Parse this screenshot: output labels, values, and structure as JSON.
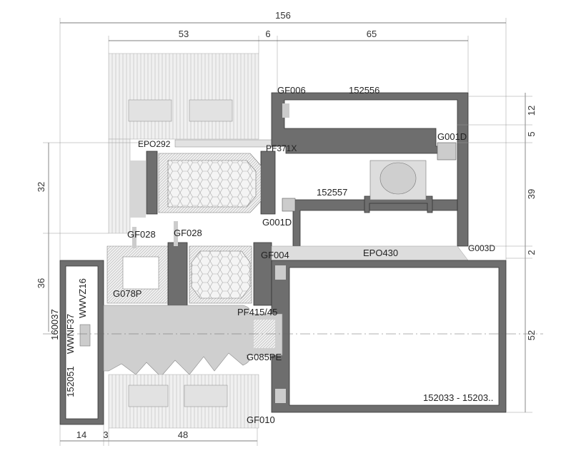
{
  "dimensions": {
    "top_total": "156",
    "top_left": "53",
    "top_mid": "6",
    "top_right": "65",
    "right_1": "12",
    "right_2": "5",
    "right_3": "39",
    "right_4": "2",
    "right_5": "52",
    "left_upper": "32",
    "left_lower": "36",
    "bottom_1": "14",
    "bottom_2": "3",
    "bottom_3": "48"
  },
  "labels": {
    "gf006": "GF006",
    "p152556": "152556",
    "g001d_top": "G001D",
    "epo292": "EPO292",
    "pf371x": "PF371X",
    "p152557": "152557",
    "g001d_mid": "G001D",
    "gf028_a": "GF028",
    "gf028_b": "GF028",
    "gf004": "GF004",
    "epo430": "EPO430",
    "g003d": "G003D",
    "g078p": "G078P",
    "pf415": "PF415/45",
    "g085pe": "G085PE",
    "gf010": "GF010",
    "p152033": "152033 - 15203..",
    "p160037": "160037",
    "wwnf37": "WWNF37",
    "wwvz16": "WWVZ16",
    "p152051": "152051"
  }
}
